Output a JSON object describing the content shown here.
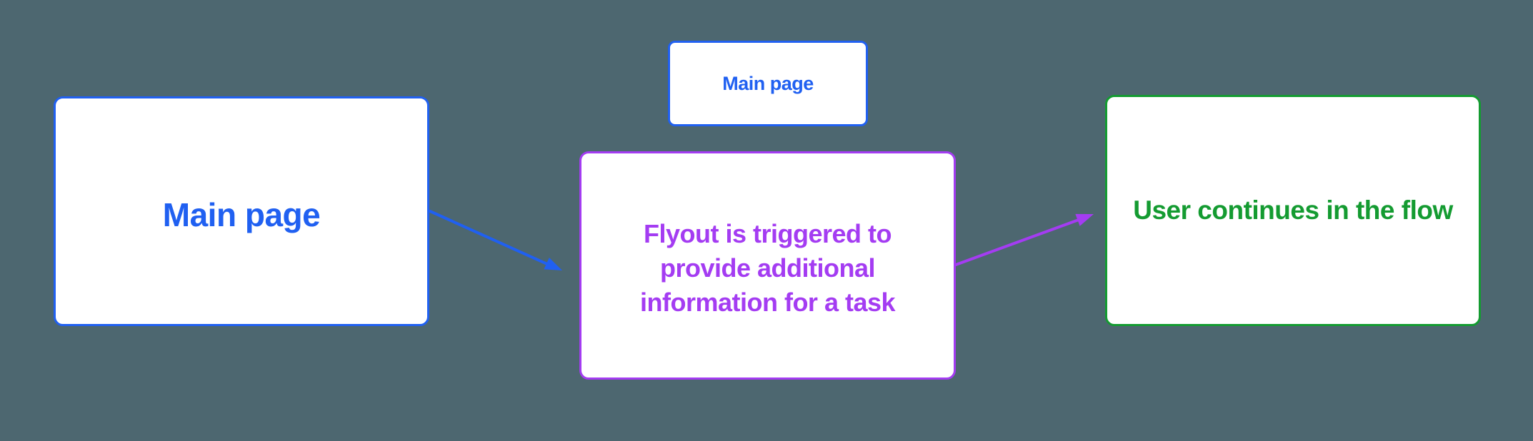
{
  "canvas": {
    "background_color": "#4D6770"
  },
  "nodes": [
    {
      "id": "main-page",
      "label": "Main page",
      "color": "#2060F1"
    },
    {
      "id": "main-page-mini",
      "label": "Main page",
      "color": "#2060F1"
    },
    {
      "id": "flyout",
      "lines": [
        "Flyout is triggered to",
        "provide additional",
        "information for a task"
      ],
      "color": "#A43CF2"
    },
    {
      "id": "user-continues",
      "label": "User continues in the flow",
      "color": "#149B31"
    }
  ],
  "edges": [
    {
      "id": "main-to-flyout",
      "color": "#2060F1"
    },
    {
      "id": "flyout-to-continue",
      "color": "#A43CF2"
    }
  ]
}
